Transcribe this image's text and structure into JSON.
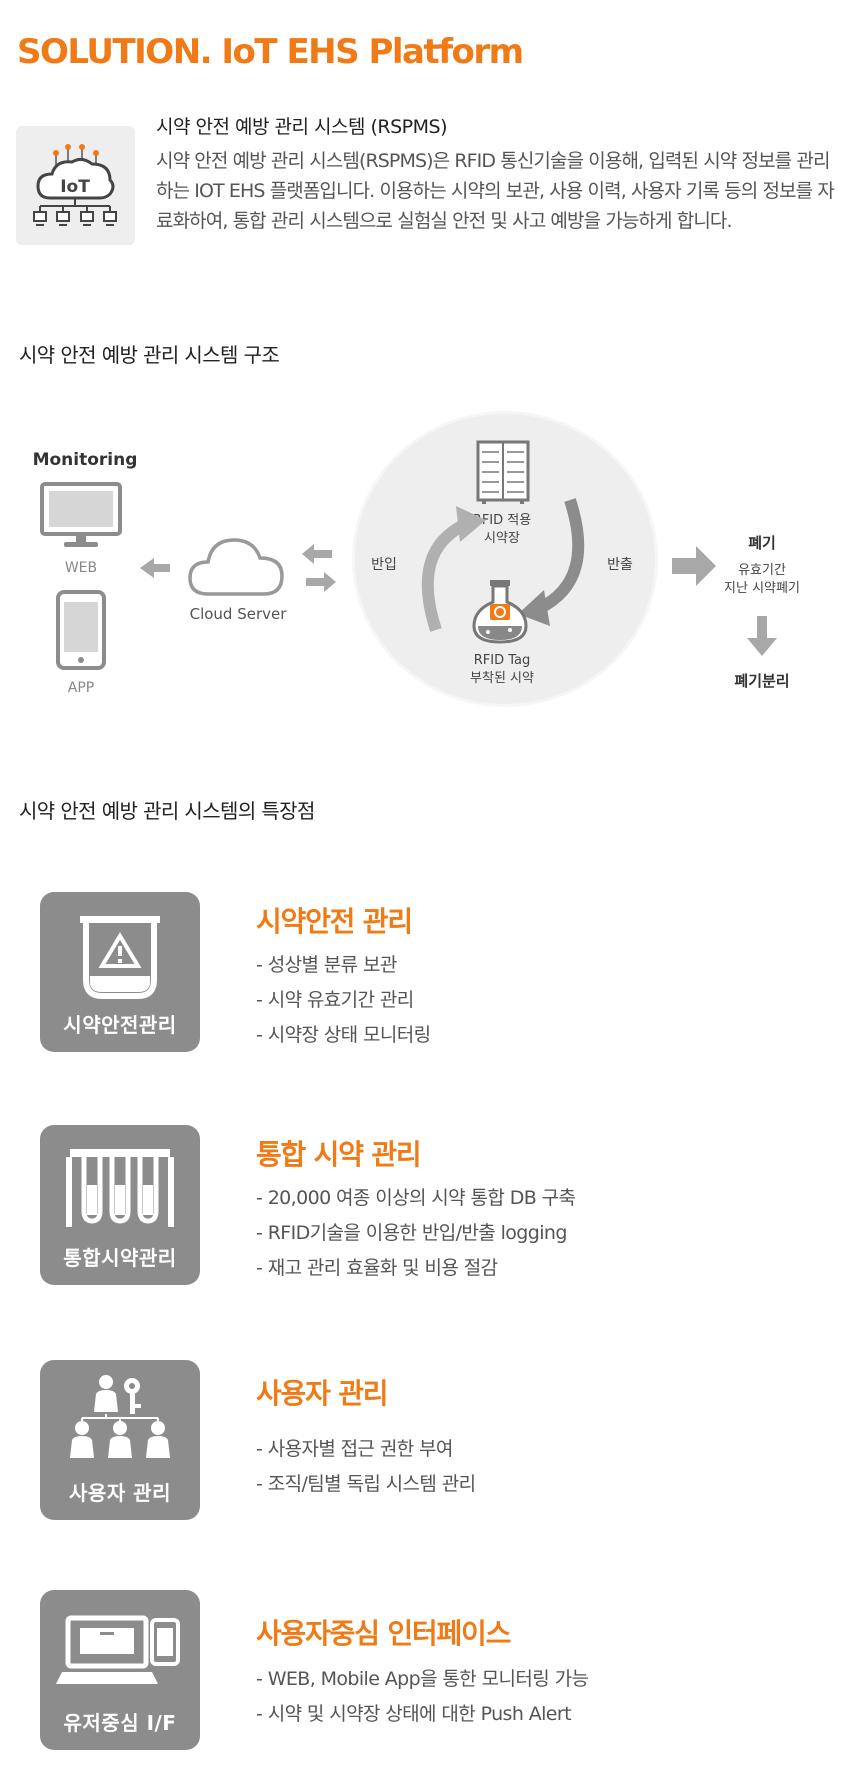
{
  "page_title": "SOLUTION. IoT EHS Platform",
  "intro": {
    "heading": "시약 안전 예방 관리 시스템 (RSPMS)",
    "icon_text": "IoT",
    "body": "시약 안전 예방 관리 시스템(RSPMS)은 RFID 통신기술을 이용해, 입력된 시약 정보를 관리하는 IOT EHS 플랫폼입니다. 이용하는 시약의 보관, 사용 이력, 사용자 기록 등의 정보를 자료화하여, 통합 관리 시스템으로 실험실 안전 및 사고 예방을 가능하게 합니다."
  },
  "structure": {
    "title": "시약 안전 예방 관리 시스템 구조",
    "monitoring": "Monitoring",
    "web": "WEB",
    "app": "APP",
    "cloud": "Cloud Server",
    "cabinet": [
      "RFID 적용",
      "시약장"
    ],
    "tag": [
      "RFID Tag",
      "부착된 시약"
    ],
    "in": "반입",
    "out": "반출",
    "disposal_title": "폐기",
    "disposal_desc": [
      "유효기간",
      "지난 시약폐기"
    ],
    "separation": "폐기분리"
  },
  "features_title": "시약 안전 예방 관리 시스템의 특장점",
  "features": [
    {
      "icon": "flask-warning-icon",
      "icon_label": "시약안전관리",
      "title": "시약안전 관리",
      "bullets": [
        "- 성상별 분류 보관",
        "- 시약 유효기간 관리",
        "- 시약장 상태 모니터링"
      ]
    },
    {
      "icon": "test-tubes-icon",
      "icon_label": "통합시약관리",
      "title": "통합 시약 관리",
      "bullets": [
        "- 20,000 여종 이상의 시약 통합 DB 구축",
        "- RFID기술을 이용한 반입/반출 logging",
        "- 재고 관리 효율화 및 비용 절감"
      ]
    },
    {
      "icon": "users-key-icon",
      "icon_label": "사용자 관리",
      "title": "사용자 관리",
      "bullets": [
        "- 사용자별 접근 권한 부여",
        "- 조직/팀별 독립 시스템 관리"
      ]
    },
    {
      "icon": "devices-icon",
      "icon_label": "유저중심 I/F",
      "title": "사용자중심 인터페이스",
      "bullets": [
        "- WEB, Mobile App을 통한 모니터링 가능",
        "- 시약 및 시약장 상태에 대한 Push Alert"
      ]
    }
  ],
  "colors": {
    "accent": "#f07a16",
    "icon_bg": "#8c8c8c",
    "arrow": "#a8a8a8",
    "circle": "#eeeeee"
  }
}
